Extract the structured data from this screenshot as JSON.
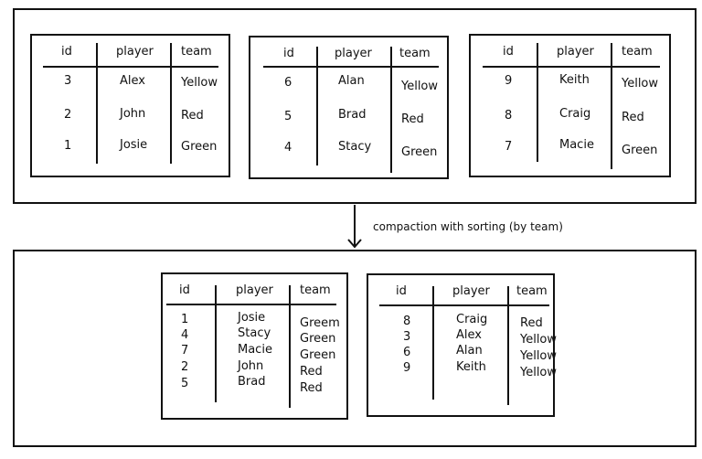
{
  "diagram": {
    "arrow_label": "compaction with sorting (by team)",
    "headers": {
      "id": "id",
      "player": "player",
      "team": "team"
    },
    "top_tables": [
      {
        "rows": [
          {
            "id": "3",
            "player": "Alex",
            "team": "Yellow"
          },
          {
            "id": "2",
            "player": "John",
            "team": "Red"
          },
          {
            "id": "1",
            "player": "Josie",
            "team": "Green"
          }
        ]
      },
      {
        "rows": [
          {
            "id": "6",
            "player": "Alan",
            "team": "Yellow"
          },
          {
            "id": "5",
            "player": "Brad",
            "team": "Red"
          },
          {
            "id": "4",
            "player": "Stacy",
            "team": "Green"
          }
        ]
      },
      {
        "rows": [
          {
            "id": "9",
            "player": "Keith",
            "team": "Yellow"
          },
          {
            "id": "8",
            "player": "Craig",
            "team": "Red"
          },
          {
            "id": "7",
            "player": "Macie",
            "team": "Green"
          }
        ]
      }
    ],
    "bottom_tables": [
      {
        "rows": [
          {
            "id": "1",
            "player": "Josie",
            "team": "Greem"
          },
          {
            "id": "4",
            "player": "Stacy",
            "team": "Green"
          },
          {
            "id": "7",
            "player": "Macie",
            "team": "Green"
          },
          {
            "id": "2",
            "player": "John",
            "team": "Red"
          },
          {
            "id": "5",
            "player": "Brad",
            "team": "Red"
          }
        ]
      },
      {
        "rows": [
          {
            "id": "8",
            "player": "Craig",
            "team": "Red"
          },
          {
            "id": "3",
            "player": "Alex",
            "team": "Yellow"
          },
          {
            "id": "6",
            "player": "Alan",
            "team": "Yellow"
          },
          {
            "id": "9",
            "player": "Keith",
            "team": "Yellow"
          }
        ]
      }
    ]
  }
}
